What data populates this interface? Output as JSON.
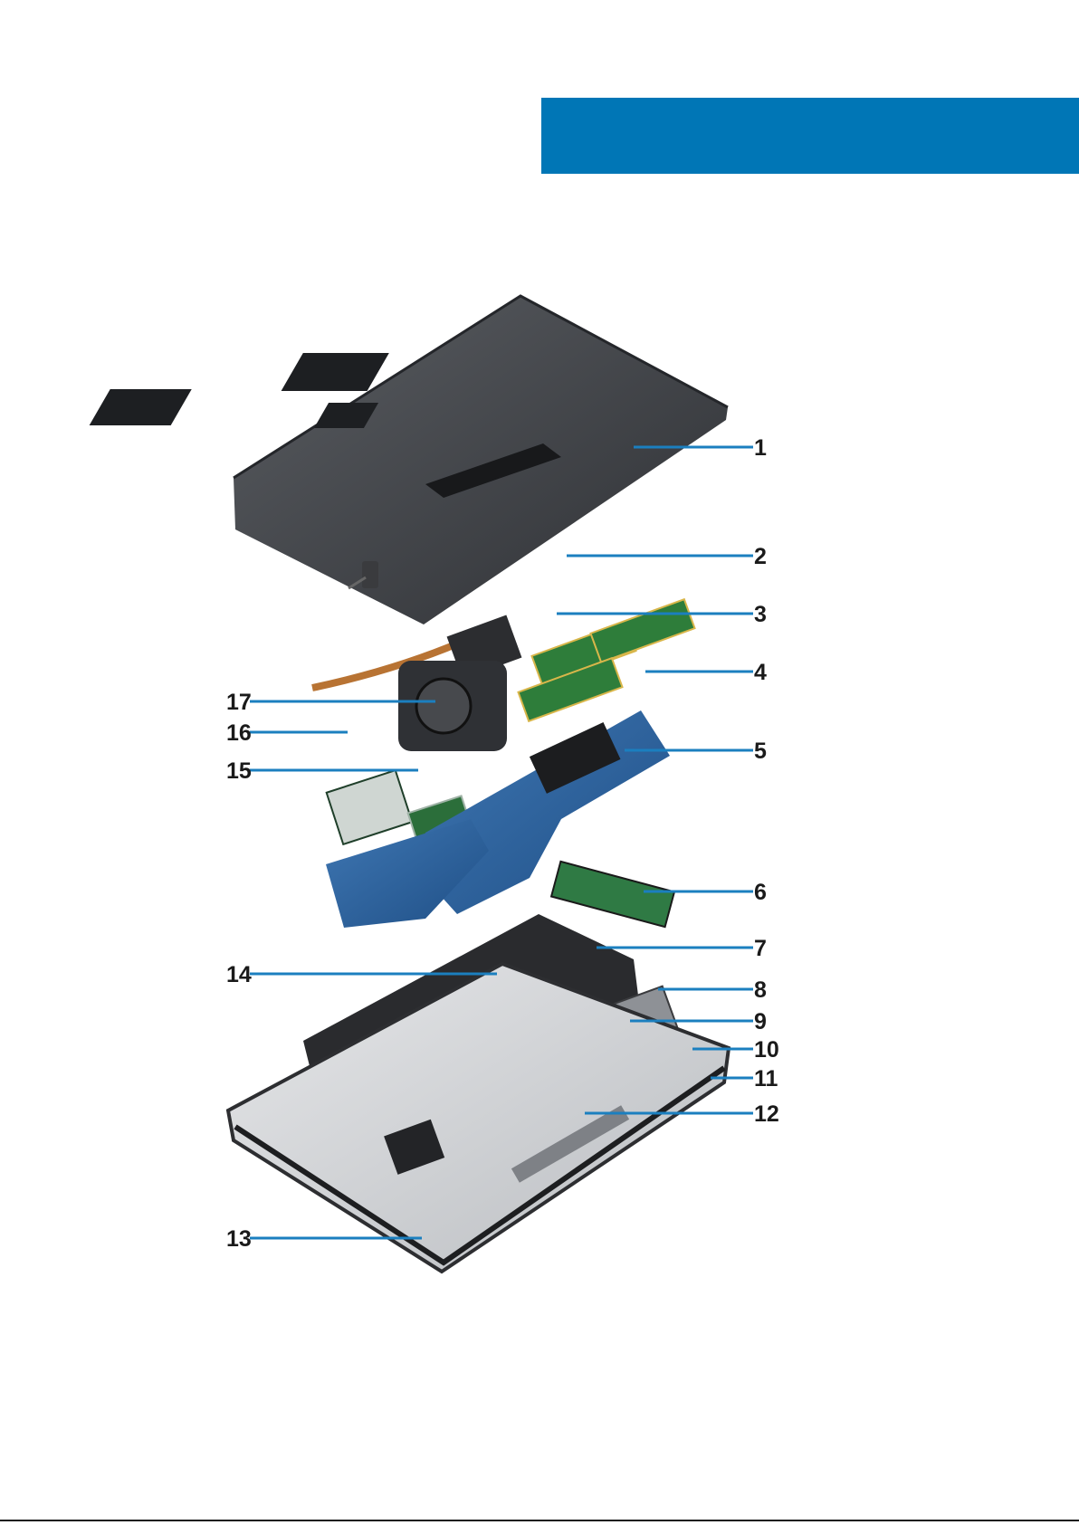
{
  "header": {
    "accent_color": "#0076b6"
  },
  "figure": {
    "image": "exploded-view-of-laptop-components",
    "leader_color": "#1b7fbf",
    "callouts": [
      {
        "label": "1"
      },
      {
        "label": "2"
      },
      {
        "label": "3"
      },
      {
        "label": "4"
      },
      {
        "label": "5"
      },
      {
        "label": "6"
      },
      {
        "label": "7"
      },
      {
        "label": "8"
      },
      {
        "label": "9"
      },
      {
        "label": "10"
      },
      {
        "label": "11"
      },
      {
        "label": "12"
      },
      {
        "label": "13"
      },
      {
        "label": "14"
      },
      {
        "label": "15"
      },
      {
        "label": "16"
      },
      {
        "label": "17"
      }
    ]
  }
}
